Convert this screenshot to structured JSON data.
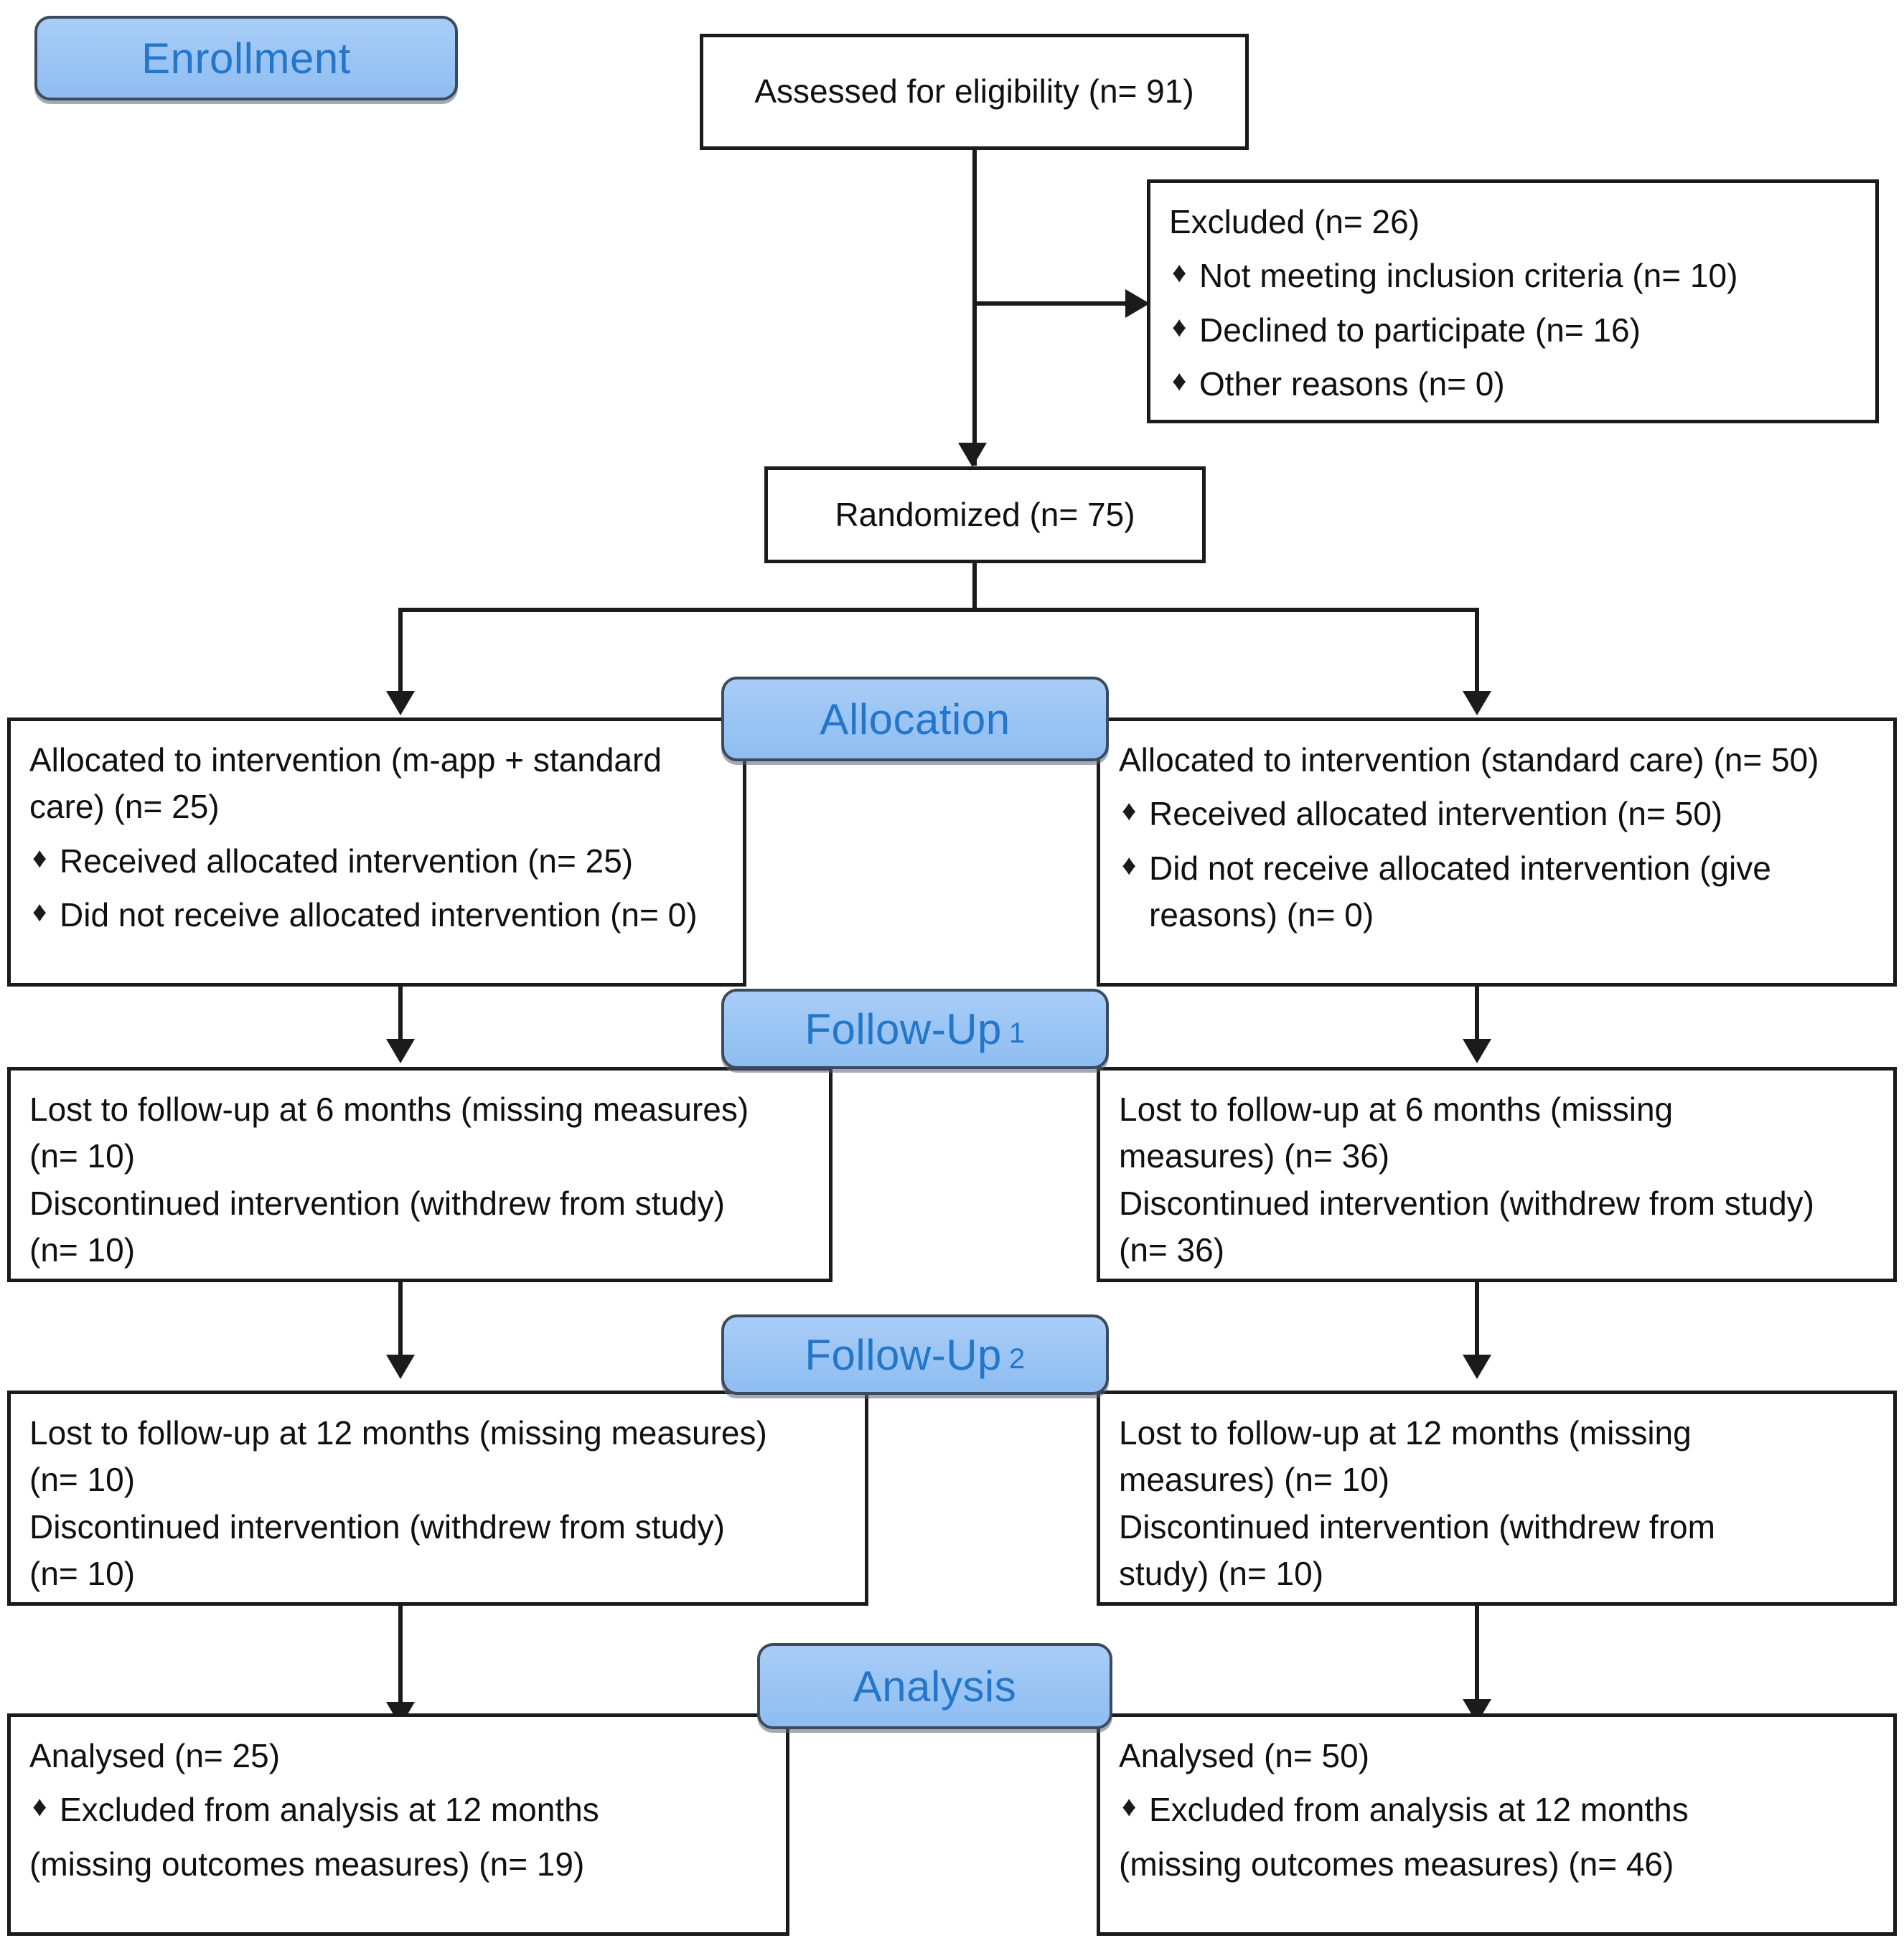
{
  "diagram": {
    "type": "CONSORT flow diagram",
    "stages": [
      {
        "id": "enrollment",
        "label": "Enrollment"
      },
      {
        "id": "allocation",
        "label": "Allocation"
      },
      {
        "id": "followup1",
        "label": "Follow-Up",
        "sub": "1"
      },
      {
        "id": "followup2",
        "label": "Follow-Up",
        "sub": "2"
      },
      {
        "id": "analysis",
        "label": "Analysis"
      }
    ],
    "colors": {
      "badge_fill": "#9ac4f4",
      "badge_border": "#3b4a5c",
      "badge_text": "#2376c9",
      "box_border": "#1b1b1b",
      "box_text": "#101010",
      "background": "#ffffff"
    },
    "boxes": {
      "assessed": {
        "title": "Assessed for eligibility (n= 91)"
      },
      "excluded": {
        "title": "Excluded  (n= 26)",
        "bullets": [
          "Not meeting inclusion criteria (n= 10)",
          "Declined to participate (n= 16)",
          "Other reasons (n= 0)"
        ]
      },
      "randomized": {
        "title": "Randomized (n= 75)"
      },
      "alloc_left": {
        "title": "Allocated to intervention (m-app + standard care) (n= 25)",
        "bullets": [
          "Received allocated intervention (n= 25)",
          "Did not receive allocated intervention (n= 0)"
        ]
      },
      "alloc_right": {
        "title": "Allocated to intervention (standard care) (n= 50)",
        "bullets": [
          "Received allocated intervention (n= 50)",
          "Did not receive allocated intervention (give reasons) (n= 0)"
        ]
      },
      "fu1_left": {
        "line1": "Lost to follow-up at 6 months (missing measures)",
        "line2": "(n= 10)",
        "line3": "Discontinued intervention (withdrew from study)",
        "line4": "(n= 10)"
      },
      "fu1_right": {
        "line1": "Lost to follow-up at 6 months (missing",
        "line2": "measures) (n= 36)",
        "line3": "Discontinued intervention (withdrew from study)",
        "line4": "(n= 36)"
      },
      "fu2_left": {
        "line1": "Lost to follow-up at 12 months (missing measures)",
        "line2": "(n= 10)",
        "line3": "Discontinued intervention (withdrew from study)",
        "line4": "(n= 10)"
      },
      "fu2_right": {
        "line1": "Lost to follow-up at 12 months (missing",
        "line2": "measures) (n= 10)",
        "line3": "Discontinued intervention (withdrew from",
        "line4": "study) (n= 10)"
      },
      "analysis_left": {
        "title": "Analysed  (n= 25)",
        "bullet_line1": "Excluded from analysis at 12 months",
        "bullet_line2": "(missing outcomes measures) (n= 19)"
      },
      "analysis_right": {
        "title": "Analysed  (n= 50)",
        "bullet_line1": "Excluded from analysis at 12 months",
        "bullet_line2": "(missing outcomes measures) (n= 46)"
      }
    },
    "icons": {
      "bullet_diamond": "♦"
    },
    "counts": {
      "assessed_for_eligibility": 91,
      "excluded_total": 26,
      "excluded_not_meeting_criteria": 10,
      "excluded_declined": 16,
      "excluded_other": 0,
      "randomized": 75,
      "allocated_intervention": 25,
      "allocated_control": 50,
      "received_intervention": 25,
      "received_control": 50,
      "not_received_intervention": 0,
      "not_received_control": 0,
      "lost_6m_intervention": 10,
      "discontinued_6m_intervention": 10,
      "lost_6m_control": 36,
      "discontinued_6m_control": 36,
      "lost_12m_intervention": 10,
      "discontinued_12m_intervention": 10,
      "lost_12m_control": 10,
      "discontinued_12m_control": 10,
      "analysed_intervention": 25,
      "analysed_control": 50,
      "excluded_analysis_intervention": 19,
      "excluded_analysis_control": 46
    }
  }
}
